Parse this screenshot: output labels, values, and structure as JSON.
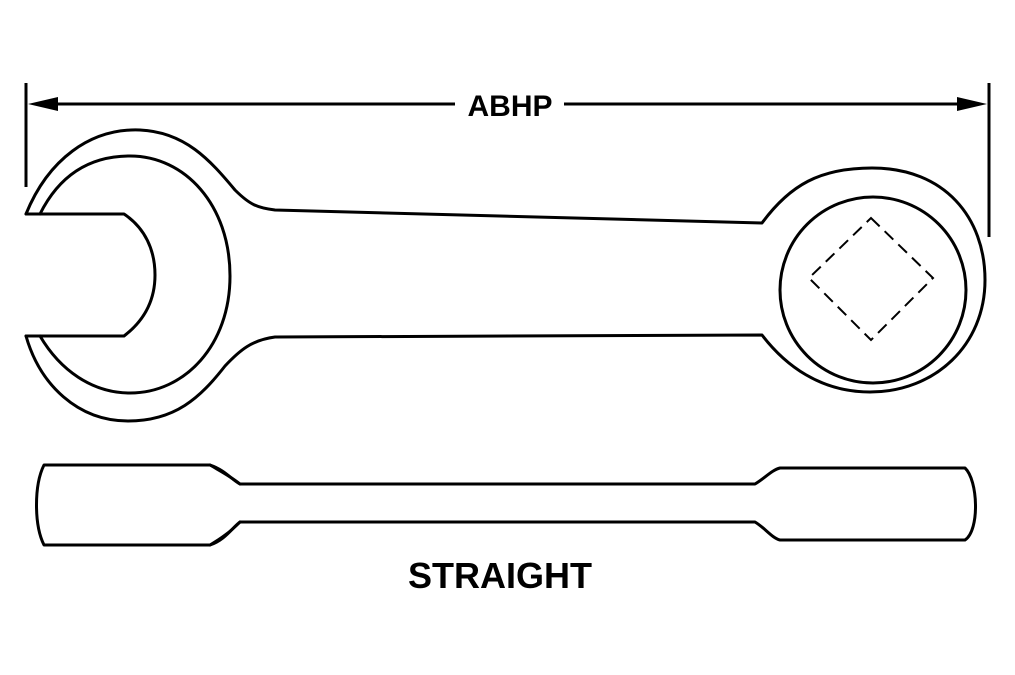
{
  "dimension": {
    "label": "ABHP"
  },
  "views": {
    "profile_label": "STRAIGHT"
  },
  "colors": {
    "line": "#000000",
    "background": "#ffffff"
  },
  "icons": {
    "drive_opening": "square-drive-opening-dashed"
  }
}
